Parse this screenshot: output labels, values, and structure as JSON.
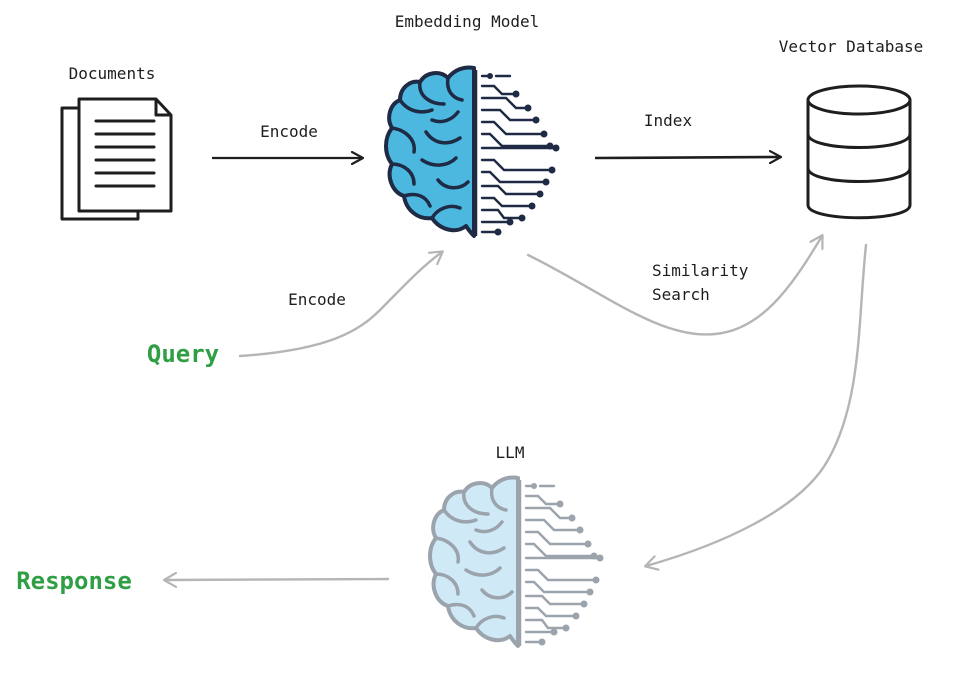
{
  "labels": {
    "documents": "Documents",
    "embedding_model": "Embedding Model",
    "vector_database": "Vector Database",
    "encode_docs": "Encode",
    "index": "Index",
    "encode_query": "Encode",
    "similarity_line1": "Similarity",
    "similarity_line2": "Search",
    "llm": "LLM",
    "query": "Query",
    "response": "Response"
  },
  "colors": {
    "ink": "#1e1e1e",
    "muted_arrow": "#b5b5b5",
    "green": "#2f9e44",
    "brain_blue": "#4cb8e0",
    "brain_navy": "#1f2a44",
    "llm_brain_blue": "#cfeaf6",
    "llm_circuit": "#9ba3ad"
  },
  "icons": {
    "documents": "documents-icon",
    "embedding_model": "brain-circuit-icon",
    "vector_database": "database-icon",
    "llm": "brain-circuit-icon-faded"
  }
}
